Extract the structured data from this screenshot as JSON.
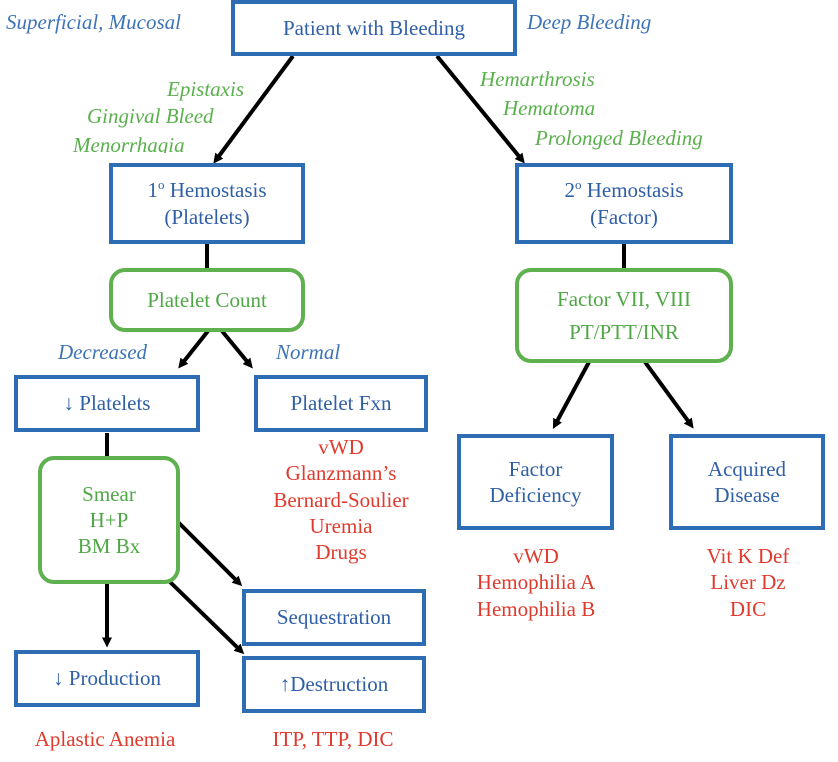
{
  "colors": {
    "box_blue": "#2e6db4",
    "box_green": "#5fb04f",
    "text_blue": "#3d73b8",
    "text_green": "#5ab04c",
    "text_red": "#e03a2d",
    "arrow": "#000000"
  },
  "top": {
    "root": "Patient with Bleeding",
    "left_category": "Superficial, Mucosal",
    "right_category": "Deep Bleeding"
  },
  "left_branch": {
    "symptoms": [
      "Epistaxis",
      "Gingival Bleed",
      "Menorrhagia"
    ],
    "hemostasis_line1_prefix": "1",
    "hemostasis_line1_sup": "o",
    "hemostasis_line1_suffix": " Hemostasis",
    "hemostasis_line2": "(Platelets)",
    "test": "Platelet Count",
    "decreased_label": "Decreased",
    "normal_label": "Normal",
    "low_platelets": "↓ Platelets",
    "platelet_fxn": "Platelet Fxn",
    "fxn_causes": [
      "vWD",
      "Glanzmann’s",
      "Bernard-Soulier",
      "Uremia",
      "Drugs"
    ],
    "workup": [
      "Smear",
      "H+P",
      "BM Bx"
    ],
    "sequestration": "Sequestration",
    "production": "↓ Production",
    "destruction": "↑Destruction",
    "production_cause": "Aplastic Anemia",
    "destruction_causes": "ITP, TTP, DIC"
  },
  "right_branch": {
    "symptoms": [
      "Hemarthrosis",
      "Hematoma",
      "Prolonged Bleeding"
    ],
    "hemostasis_line1_prefix": "2",
    "hemostasis_line1_sup": "o",
    "hemostasis_line1_suffix": " Hemostasis",
    "hemostasis_line2": "(Factor)",
    "test_line1": "Factor VII, VIII",
    "test_line2": "PT/PTT/INR",
    "factor_deficiency": [
      "Factor",
      "Deficiency"
    ],
    "acquired_disease": [
      "Acquired",
      "Disease"
    ],
    "deficiency_causes": [
      "vWD",
      "Hemophilia A",
      "Hemophilia B"
    ],
    "acquired_causes": [
      "Vit K Def",
      "Liver Dz",
      "DIC"
    ]
  }
}
